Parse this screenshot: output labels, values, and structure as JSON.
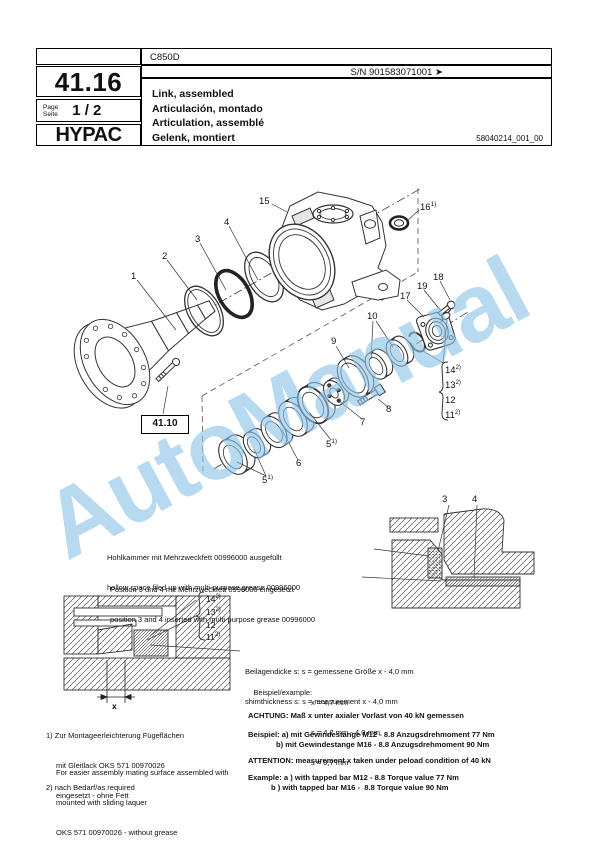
{
  "header": {
    "model": "C850D",
    "section": "41.16",
    "page_label": "Page",
    "seite_label": "Seite",
    "page_value": "1 / 2",
    "brand": "HYPAC",
    "serial": "S/N 901583071001",
    "serial_arrow": "➤",
    "titles": [
      "Link, assembled",
      "Articulación, montado",
      "Articulation, assemblé",
      "Gelenk, montiert"
    ],
    "doc_number": "58040214_001_00"
  },
  "diagram": {
    "ref_box": "41.10",
    "labels": [
      {
        "t": "1"
      },
      {
        "t": "2"
      },
      {
        "t": "3"
      },
      {
        "t": "4"
      },
      {
        "t": "15"
      },
      {
        "t": "16",
        "s": "1)"
      },
      {
        "t": "17"
      },
      {
        "t": "19"
      },
      {
        "t": "18"
      },
      {
        "t": "10"
      },
      {
        "t": "9"
      },
      {
        "t": "8"
      },
      {
        "t": "7"
      },
      {
        "t": "5",
        "s": "1)"
      },
      {
        "t": "6"
      },
      {
        "t": "5",
        "s": "1)"
      },
      {
        "t": "3"
      },
      {
        "t": "4"
      }
    ]
  },
  "bracket": {
    "items": [
      {
        "t": "14",
        "s": "2)"
      },
      {
        "t": "13",
        "s": "2)"
      },
      {
        "t": "12"
      },
      {
        "t": "11",
        "s": "2)"
      }
    ]
  },
  "notes": {
    "grease1_de": "Hohlkammer mit Mehrzweckfett 00996000 ausgefüllt",
    "grease1_en": "hollow space filed up with multi-purpose grease 00996000",
    "grease2_de": "Position 3 und 4 mit Mehrzweckfett 0996000 eingesetzt",
    "grease2_en": "position 3 and 4 inserted with multi-purpose grease 00996000",
    "shim_de": "Beilagendicke s: s = gemessene Größe x - 4,0 mm",
    "shim_en": "shimthickness s: s = measurement x - 4,0 mm",
    "example_label": "Beispiel/example:",
    "example_line1": "x = 4,7 mm",
    "example_line2": "s = 4,7 mm - 4,0 mm",
    "example_line3": "s = 0,7 mm",
    "x_label": "x"
  },
  "footnotes": {
    "fn1_line1": "1) Zur Montageerleichterung Fügeflächen",
    "fn1_line2": "mit Gleitlack OKS 571 00970026",
    "fn1_line3": "eingesetzt - ohne Fett",
    "fn1_en1": "For easier assembly mating surface assembled with",
    "fn1_en2": "mounted with sliding laquer",
    "fn1_en3": "OKS 571 00970026 - without grease",
    "fn2": "2) nach Bedarf/as required"
  },
  "warnings": {
    "achtung": "ACHTUNG: Maß x unter axialer Vorlast von 40 kN gemessen",
    "beispiel_a": "Beispiel: a) mit Gewindestange M12 - 8.8 Anzugsdrehmoment 77 Nm",
    "beispiel_b": "b) mit Gewindestange M16 - 8.8 Anzugsdrehmoment 90 Nm",
    "attention": "ATTENTION: measurement x taken under peload condition of 40 kN",
    "example_a": "Example: a ) with tapped bar M12 - 8.8 Torque value 77 Nm",
    "example_b": "b ) with tapped bar M16 -  8.8 Torque value 90 Nm"
  },
  "watermark": "AutoManual",
  "colors": {
    "watermark": "#8cc4e9",
    "line": "#222222"
  }
}
